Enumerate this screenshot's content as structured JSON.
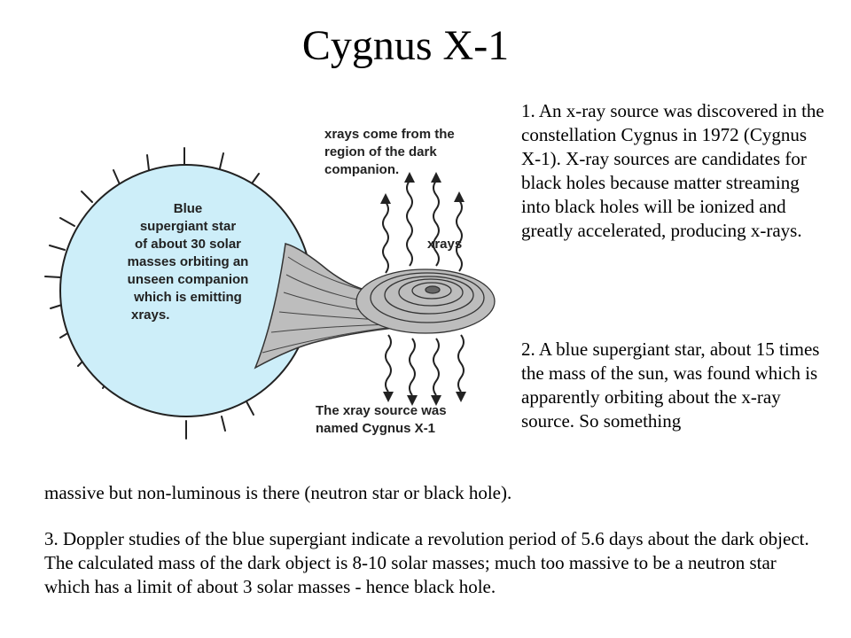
{
  "title": "Cygnus X-1",
  "figure": {
    "star_label": [
      "Blue",
      "supergiant star",
      "of about 30 solar",
      "masses orbiting an",
      "unseen companion",
      "which is emitting",
      "xrays."
    ],
    "top_label": [
      "xrays come from the",
      "region of the dark",
      "companion."
    ],
    "xrays_label": "xrays",
    "bottom_label": [
      "The xray source was",
      "named Cygnus X-1"
    ],
    "star_color": "#cdeef9",
    "disk_color": "#bdbdbd"
  },
  "paragraphs": {
    "p1": "1. An x-ray source was discovered in the constellation Cygnus in 1972 (Cygnus X-1). X-ray sources are candidates for black holes because matter streaming into black holes will be ionized and greatly accelerated, producing x-rays.",
    "p2_top": "2. A blue supergiant star, about 15 times the mass of the sun, was found which is apparently orbiting about the x-ray source. So something",
    "p2_bottom": "massive but non-luminous is there (neutron star or black hole).",
    "p3": "3. Doppler studies of the blue supergiant indicate a revolution period of 5.6 days about the dark object. The calculated mass of the dark object is 8-10 solar masses; much too massive to be a neutron star which has a limit of about 3 solar masses - hence black hole."
  }
}
